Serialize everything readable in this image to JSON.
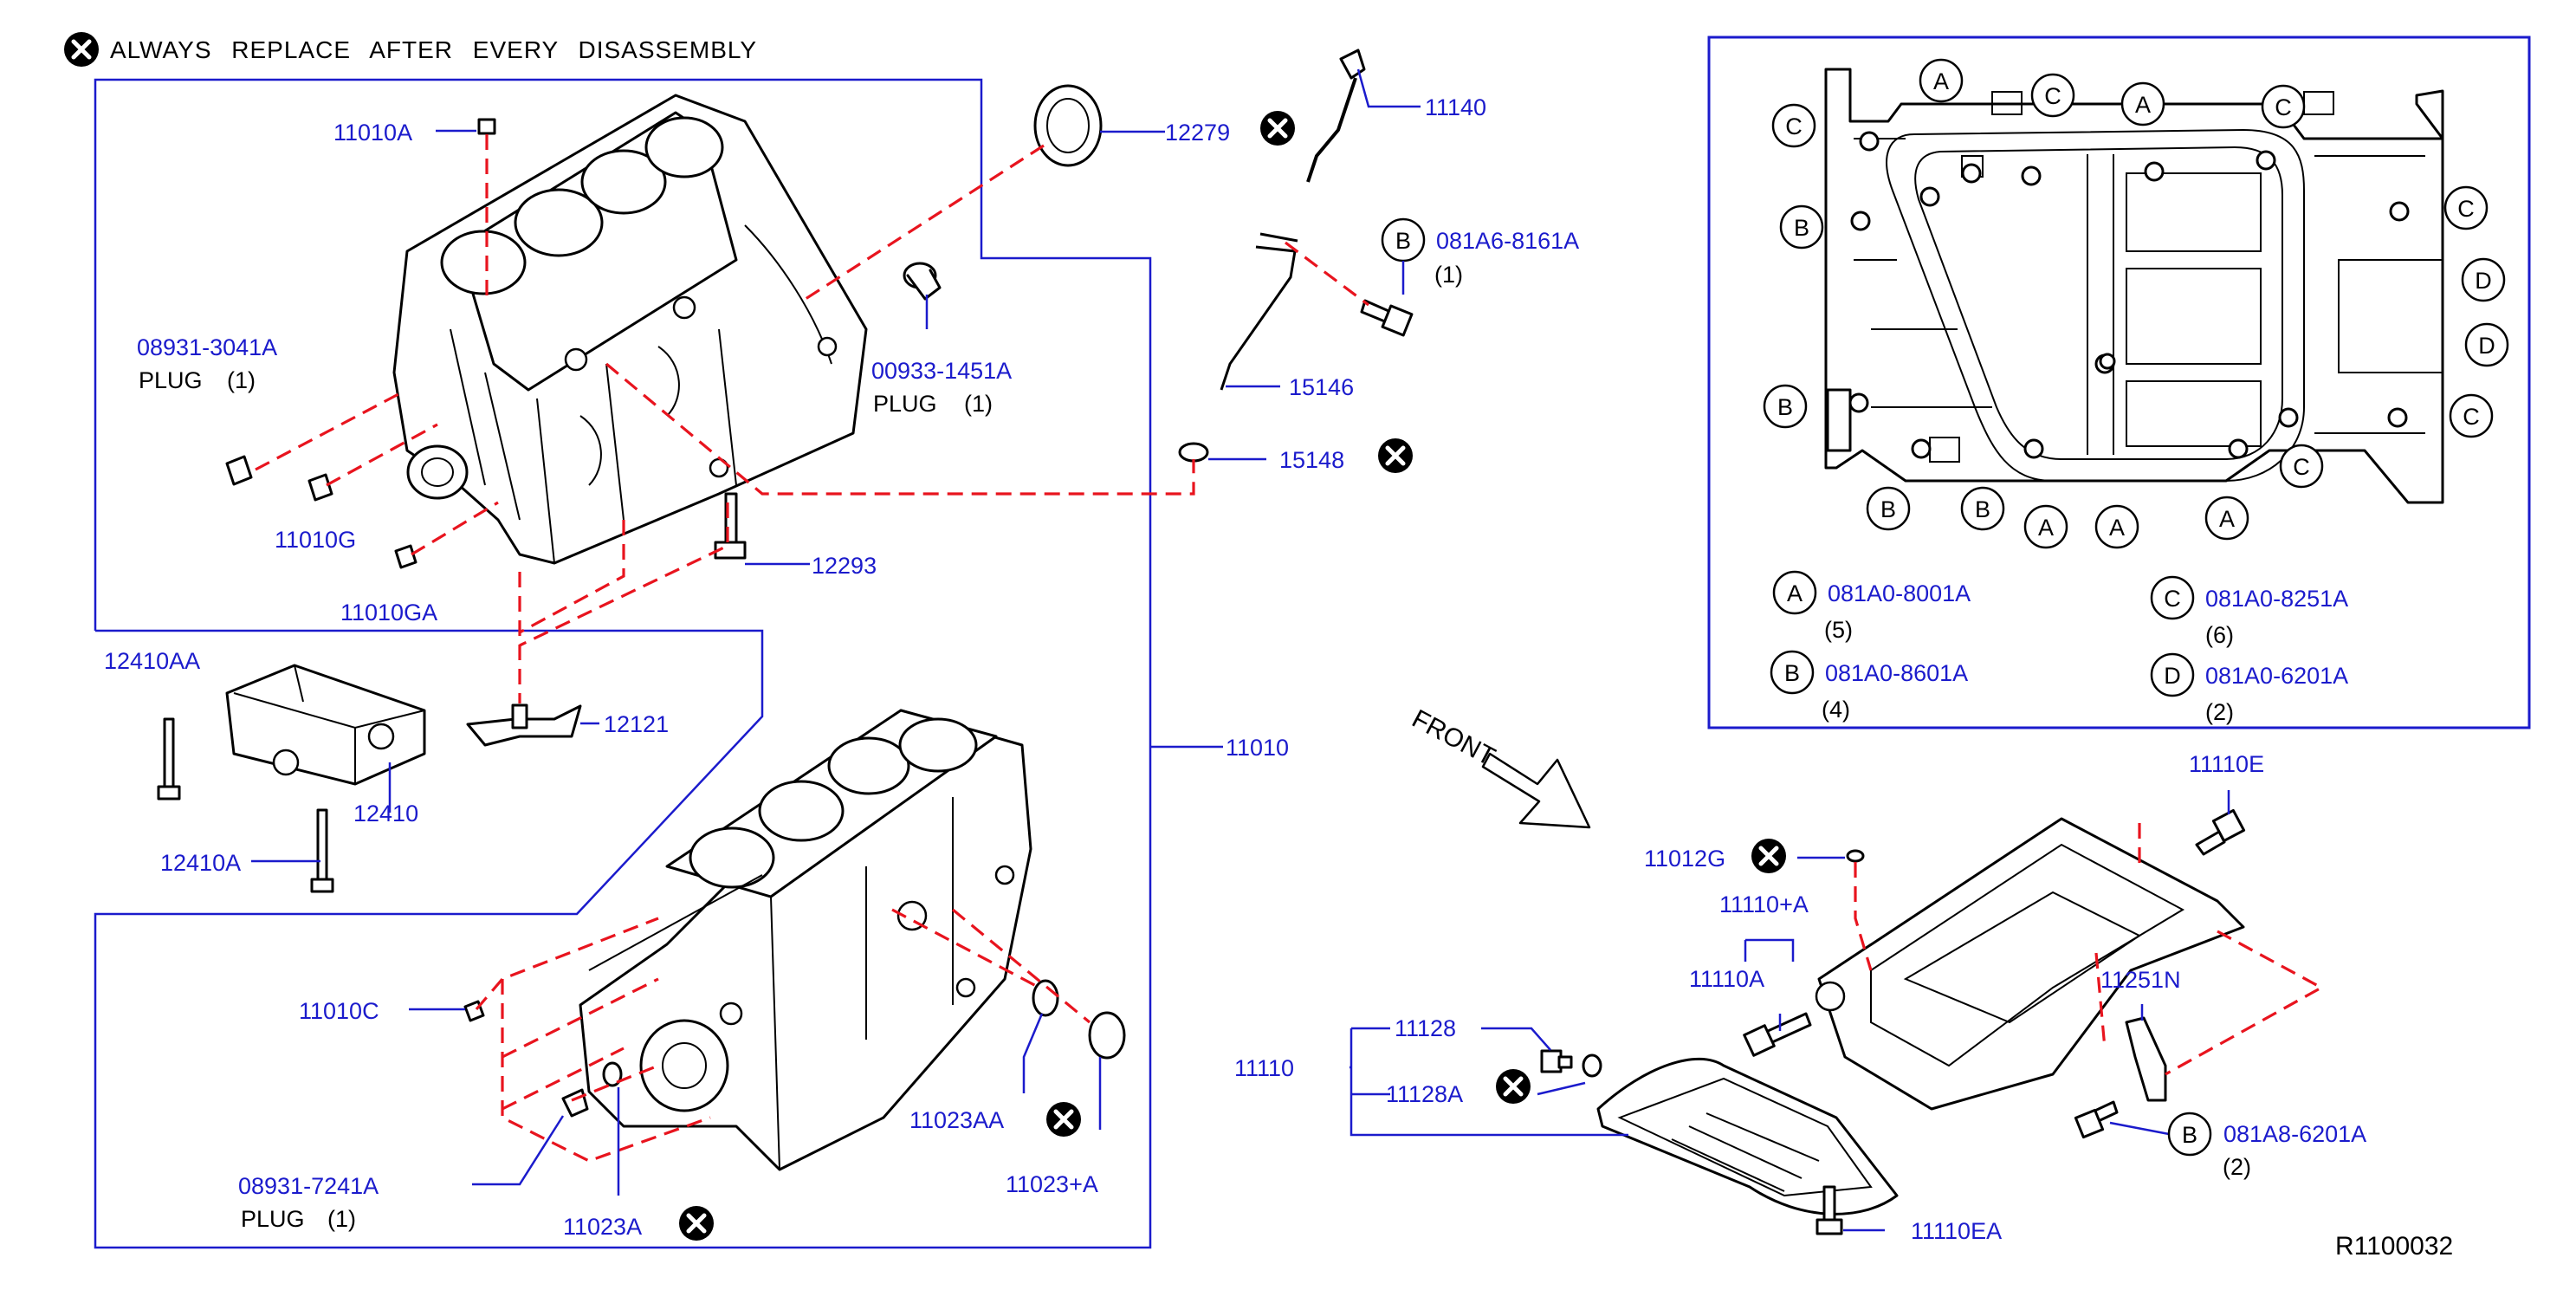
{
  "legend": {
    "text": "ALWAYS REPLACE AFTER EVERY DISASSEMBLY"
  },
  "figure_id": "R1100032",
  "front_label": "FRONT",
  "parts": {
    "p11010A": "11010A",
    "p12279": "12279",
    "p11140": "11140",
    "p081A6": "081A6-8161A",
    "p081A6_qty": "(1)",
    "p08931_3041A": "08931-3041A",
    "plug1": "PLUG",
    "plug1_qty": "(1)",
    "p00933": "00933-1451A",
    "plug2": "PLUG",
    "plug2_qty": "(1)",
    "p15146": "15146",
    "p15148": "15148",
    "p11010G": "11010G",
    "p11010GA": "11010GA",
    "p12293": "12293",
    "p12410AA": "12410AA",
    "p12121": "12121",
    "p11010": "11010",
    "p12410": "12410",
    "p12410A": "12410A",
    "p11010C": "11010C",
    "p11023AA": "11023AA",
    "p11023pA": "11023+A",
    "p08931_7241A": "08931-7241A",
    "plug3": "PLUG",
    "plug3_qty": "(1)",
    "p11023A": "11023A",
    "p11110E": "11110E",
    "p11012G": "11012G",
    "p11110pA": "11110+A",
    "p11110A": "11110A",
    "p11251N": "11251N",
    "p11128": "11128",
    "p11110": "11110",
    "p11128A": "11128A",
    "p081A8": "081A8-6201A",
    "p081A8_qty": "(2)",
    "p11110EA": "11110EA"
  },
  "bolt_letters": {
    "a": "A",
    "b": "B",
    "c": "C",
    "d": "D"
  },
  "bolt_legend": [
    {
      "letter": "A",
      "part": "081A0-8001A",
      "qty": "(5)"
    },
    {
      "letter": "B",
      "part": "081A0-8601A",
      "qty": "(4)"
    },
    {
      "letter": "C",
      "part": "081A0-8251A",
      "qty": "(6)"
    },
    {
      "letter": "D",
      "part": "081A0-6201A",
      "qty": "(2)"
    }
  ],
  "colors": {
    "label": "#1b1bcc",
    "leader": "#1b1bcc",
    "dashed": "#e8141e",
    "line": "#000000"
  }
}
